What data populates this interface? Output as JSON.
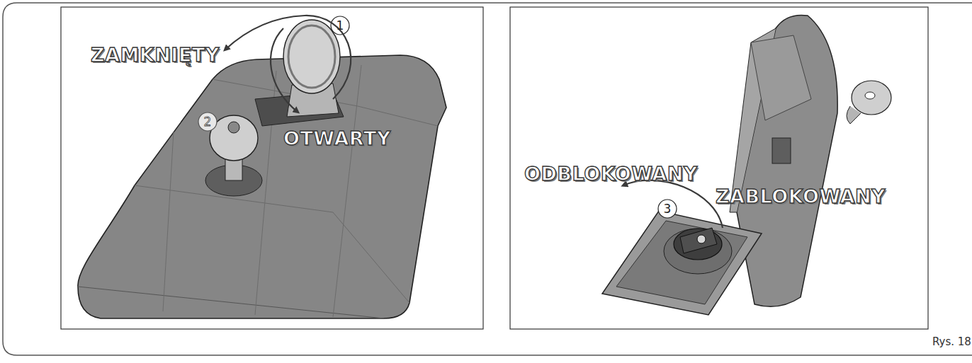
{
  "diagram": {
    "caption": "Rys. 18",
    "labels": [
      "ZAMKNIĘTY",
      "1",
      "OTWARTY",
      "2",
      "ODBLOKOWANY",
      "3",
      "ZABLOKOWANY"
    ]
  }
}
